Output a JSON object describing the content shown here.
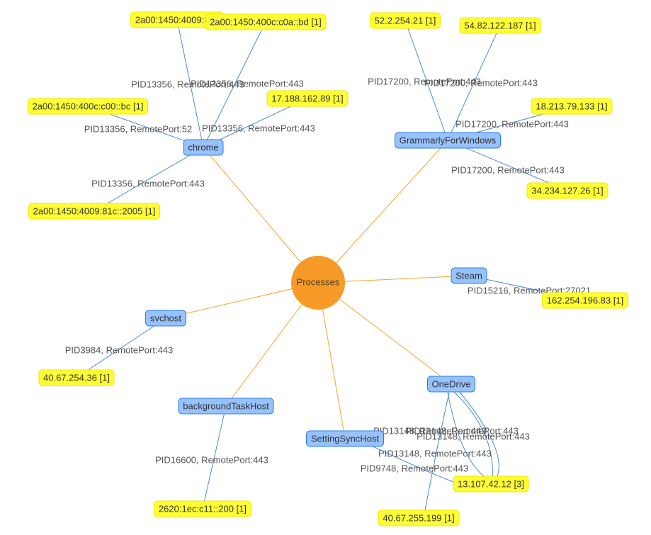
{
  "graph": {
    "colors": {
      "center_fill": "#F79A27",
      "process_fill": "#97C2FC",
      "process_stroke": "#2B7CE9",
      "ip_fill": "#FFFF33",
      "ip_stroke": "#F5E500",
      "edge_center": "#F7A32E",
      "edge_ip": "#4A8ADB"
    },
    "nodes": [
      {
        "id": "processes",
        "type": "center",
        "label": "Processes"
      },
      {
        "id": "chrome",
        "type": "process",
        "label": "chrome"
      },
      {
        "id": "grammarly",
        "type": "process",
        "label": "GrammarlyForWindows"
      },
      {
        "id": "steam",
        "type": "process",
        "label": "Steam"
      },
      {
        "id": "svchost",
        "type": "process",
        "label": "svchost"
      },
      {
        "id": "backgroundtaskhost",
        "type": "process",
        "label": "backgroundTaskHost"
      },
      {
        "id": "settingsynchost",
        "type": "process",
        "label": "SettingSyncHost"
      },
      {
        "id": "onedrive",
        "type": "process",
        "label": "OneDrive"
      },
      {
        "id": "ip-2a00-4009-81c-a",
        "type": "ip",
        "label": "2a00:1450:4009:81c"
      },
      {
        "id": "ip-2a00-400c-c0a-bd",
        "type": "ip",
        "label": "2a00:1450:400c:c0a::bd [1]"
      },
      {
        "id": "ip-2a00-400c-c00-bc",
        "type": "ip",
        "label": "2a00:1450:400c:c00::bc [1]"
      },
      {
        "id": "ip-17-188-162-89",
        "type": "ip",
        "label": "17.188.162.89 [1]"
      },
      {
        "id": "ip-2a00-4009-81c-2005",
        "type": "ip",
        "label": "2a00:1450:4009:81c::2005 [1]"
      },
      {
        "id": "ip-52-2-254-21",
        "type": "ip",
        "label": "52.2.254.21 [1]"
      },
      {
        "id": "ip-54-82-122-187",
        "type": "ip",
        "label": "54.82.122.187 [1]"
      },
      {
        "id": "ip-18-213-79-133",
        "type": "ip",
        "label": "18.213.79.133 [1]"
      },
      {
        "id": "ip-34-234-127-26",
        "type": "ip",
        "label": "34.234.127.26 [1]"
      },
      {
        "id": "ip-162-254-196-83",
        "type": "ip",
        "label": "162.254.196.83 [1]"
      },
      {
        "id": "ip-40-67-254-36",
        "type": "ip",
        "label": "40.67.254.36 [1]"
      },
      {
        "id": "ip-2620-1ec-c11-200",
        "type": "ip",
        "label": "2620:1ec:c11::200 [1]"
      },
      {
        "id": "ip-13-107-42-12",
        "type": "ip",
        "label": "13.107.42.12 [3]"
      },
      {
        "id": "ip-40-67-255-199",
        "type": "ip",
        "label": "40.67.255.199 [1]"
      }
    ],
    "edges": [
      {
        "from": "processes",
        "to": "chrome",
        "label": ""
      },
      {
        "from": "processes",
        "to": "grammarly",
        "label": ""
      },
      {
        "from": "processes",
        "to": "steam",
        "label": ""
      },
      {
        "from": "processes",
        "to": "svchost",
        "label": ""
      },
      {
        "from": "processes",
        "to": "backgroundtaskhost",
        "label": ""
      },
      {
        "from": "processes",
        "to": "settingsynchost",
        "label": ""
      },
      {
        "from": "processes",
        "to": "onedrive",
        "label": ""
      },
      {
        "from": "chrome",
        "to": "ip-2a00-4009-81c-a",
        "label": "PID13356, RemotePort:443"
      },
      {
        "from": "chrome",
        "to": "ip-2a00-400c-c0a-bd",
        "label": "PID13356, RemotePort:443"
      },
      {
        "from": "chrome",
        "to": "ip-2a00-400c-c00-bc",
        "label": "PID13356, RemotePort:52"
      },
      {
        "from": "chrome",
        "to": "ip-17-188-162-89",
        "label": "PID13356, RemotePort:443"
      },
      {
        "from": "chrome",
        "to": "ip-2a00-4009-81c-2005",
        "label": "PID13356, RemotePort:443"
      },
      {
        "from": "grammarly",
        "to": "ip-52-2-254-21",
        "label": "PID17200, RemotePort:443"
      },
      {
        "from": "grammarly",
        "to": "ip-54-82-122-187",
        "label": "PID17200, RemotePort:443"
      },
      {
        "from": "grammarly",
        "to": "ip-18-213-79-133",
        "label": "PID17200, RemotePort:443"
      },
      {
        "from": "grammarly",
        "to": "ip-34-234-127-26",
        "label": "PID17200, RemotePort:443"
      },
      {
        "from": "steam",
        "to": "ip-162-254-196-83",
        "label": "PID15216, RemotePort:27021"
      },
      {
        "from": "svchost",
        "to": "ip-40-67-254-36",
        "label": "PID3984, RemotePort:443"
      },
      {
        "from": "backgroundtaskhost",
        "to": "ip-2620-1ec-c11-200",
        "label": "PID16600, RemotePort:443"
      },
      {
        "from": "settingsynchost",
        "to": "ip-13-107-42-12",
        "label": "PID9748, RemotePort:443"
      },
      {
        "from": "onedrive",
        "to": "ip-13-107-42-12",
        "label": "PID13148, RemotePort:443"
      },
      {
        "from": "onedrive",
        "to": "ip-13-107-42-12",
        "label": "PID13148, RemotePort:443"
      },
      {
        "from": "onedrive",
        "to": "ip-13-107-42-12",
        "label": "PID13148, RemotePort:443"
      },
      {
        "from": "onedrive",
        "to": "ip-40-67-255-199",
        "label": "PID13148, RemotePort:443"
      }
    ]
  }
}
